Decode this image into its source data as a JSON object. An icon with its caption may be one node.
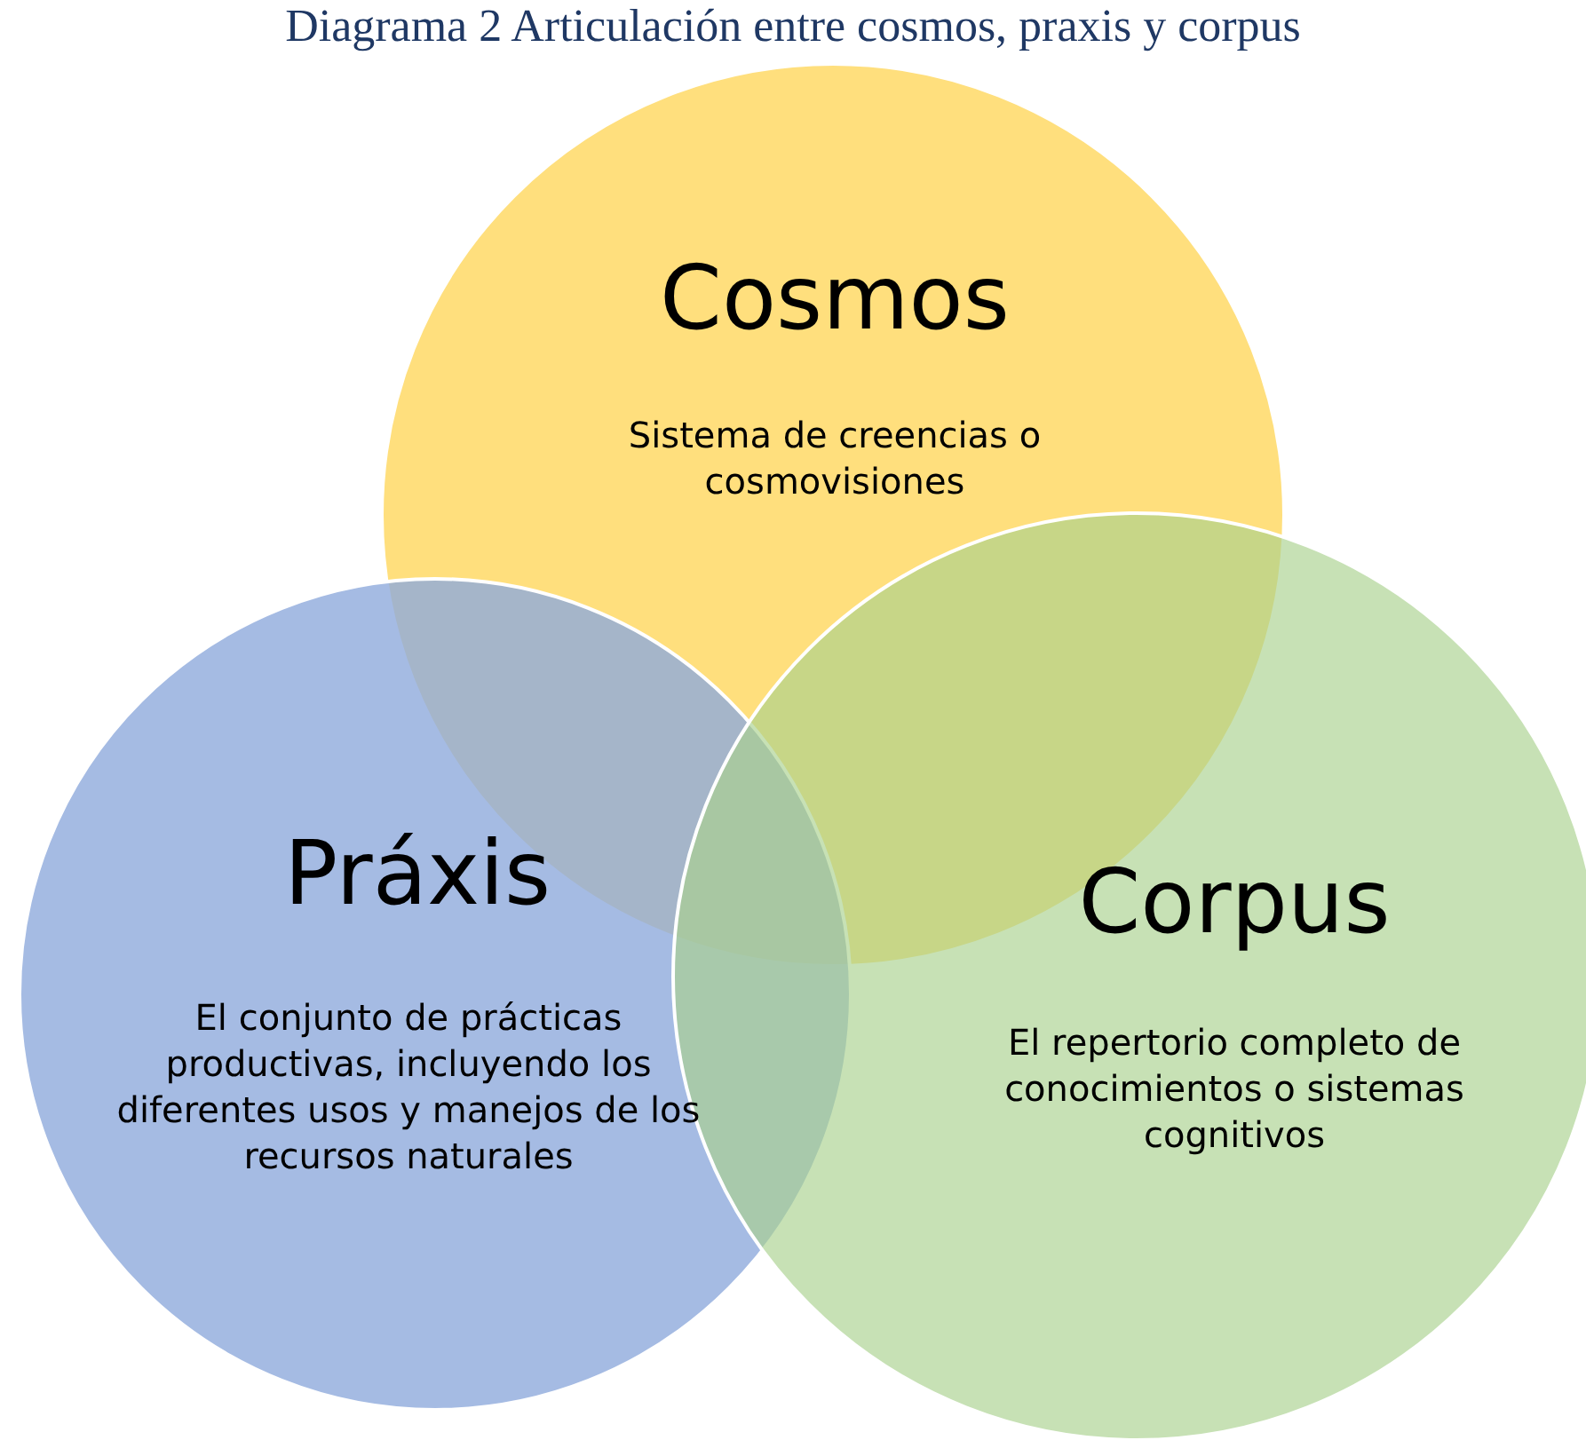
{
  "diagram": {
    "title": "Diagrama 2 Articulación entre cosmos, praxis y corpus",
    "nodes": [
      {
        "text": [
          "Cosmos",
          "Sistema de creencias o cosmovisiones"
        ]
      },
      {
        "text": [
          "Práxis",
          "El conjunto de prácticas productivas, incluyendo los diferentes usos y manejos de los recursos naturales"
        ]
      },
      {
        "text": [
          "Corpus",
          "El repertorio completo de conocimientos o sistemas cognitivos"
        ]
      }
    ],
    "edges": []
  }
}
